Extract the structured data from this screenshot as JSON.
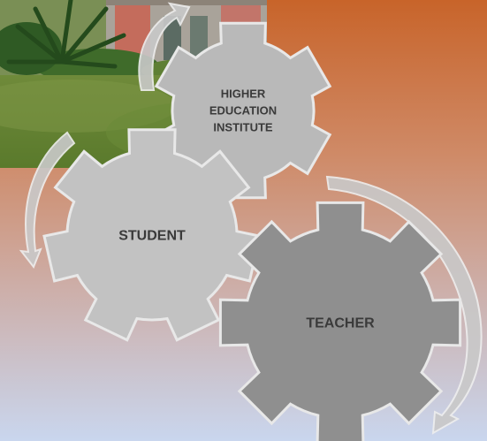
{
  "diagram": {
    "gears": [
      {
        "id": "hei",
        "lines": [
          "HIGHER",
          "EDUCATION",
          "INSTITUTE"
        ],
        "fill": "#b9b9b9"
      },
      {
        "id": "student",
        "lines": [
          "STUDENT"
        ],
        "fill": "#c2c2c2"
      },
      {
        "id": "teacher",
        "lines": [
          "TEACHER"
        ],
        "fill": "#8f8f8f"
      }
    ],
    "colors": {
      "background_top": "#c8642a",
      "background_bottom": "#c9d6ee",
      "gear_stroke": "#e8e8e8",
      "arrow_fill": "#c9c9c9",
      "arrow_stroke": "#eeeeee",
      "label_color": "#3a3a3a"
    },
    "photo": {
      "subject": "campus garden with palm and lawn"
    }
  }
}
